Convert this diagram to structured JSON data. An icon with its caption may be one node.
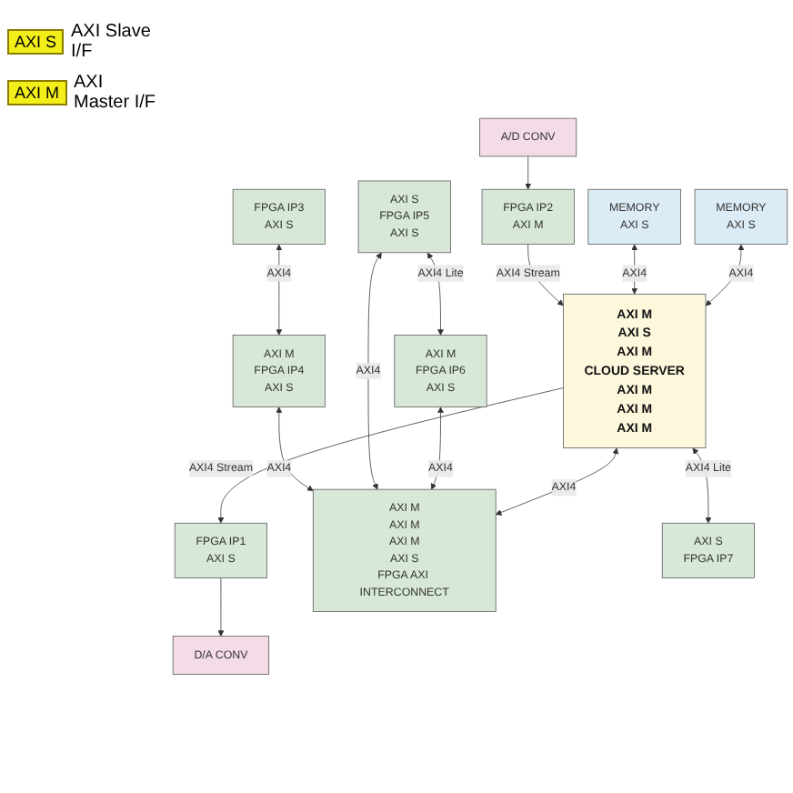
{
  "diagram": {
    "nodes": [
      {
        "text": [
          "D/A CONV"
        ]
      },
      {
        "text": [
          "A/D CONV"
        ]
      },
      {
        "text": [
          "FPGA IP3",
          "AXI S"
        ]
      },
      {
        "text": [
          "FPGA IP1",
          "AXI S"
        ]
      },
      {
        "text": [
          "FPGA IP2",
          "AXI M"
        ]
      },
      {
        "text": [
          "AXI M",
          "FPGA IP4",
          "AXI S"
        ]
      },
      {
        "text": [
          "AXI S",
          "FPGA IP5",
          "AXI S"
        ]
      },
      {
        "text": [
          "AXI M",
          "FPGA IP6",
          "AXI S"
        ]
      },
      {
        "text": [
          "AXI M",
          "AXI S",
          "AXI M",
          "CLOUD SERVER",
          "AXI M",
          "AXI M",
          "AXI M"
        ]
      },
      {
        "text": [
          "MEMORY",
          "AXI S"
        ]
      },
      {
        "text": [
          "AXI M",
          "AXI M",
          "AXI M",
          "AXI S",
          "FPGA AXI INTERCONNECT"
        ]
      },
      {
        "text": [
          "MEMORY",
          "AXI S"
        ]
      },
      {
        "text": [
          "AXI S",
          "FPGA IP7"
        ]
      }
    ],
    "edges": [
      {
        "from": 3,
        "to": 0,
        "arrow": "to"
      },
      {
        "from": 1,
        "to": 4,
        "arrow": "to"
      },
      {
        "from": 2,
        "to": 5,
        "arrow": "both",
        "label": "AXI4"
      },
      {
        "from": 6,
        "to": 7,
        "arrow": "both",
        "label": "AXI4 Lite"
      },
      {
        "from": 8,
        "to": 3,
        "arrow": "to",
        "label": "AXI4 Stream"
      },
      {
        "from": 4,
        "to": 8,
        "arrow": "to",
        "label": "AXI4 Stream"
      },
      {
        "from": 5,
        "to": 10,
        "arrow": "both",
        "label": "AXI4"
      },
      {
        "from": 6,
        "to": 10,
        "arrow": "both",
        "label": "AXI4"
      },
      {
        "from": 7,
        "to": 10,
        "arrow": "both",
        "label": "AXI4"
      },
      {
        "from": 9,
        "to": 8,
        "arrow": "both",
        "label": "AXI4"
      },
      {
        "from": 8,
        "to": 10,
        "arrow": "both",
        "label": "AXI4"
      },
      {
        "from": 11,
        "to": 8,
        "arrow": "both",
        "label": "AXI4"
      },
      {
        "from": 8,
        "to": 12,
        "arrow": "both",
        "label": "AXI4 Lite"
      }
    ],
    "labels": [
      "AXI S",
      "AXI M"
    ],
    "legend": [
      {
        "text": "AXI Slave I/F"
      },
      {
        "text": "AXI Master I/F"
      }
    ]
  }
}
